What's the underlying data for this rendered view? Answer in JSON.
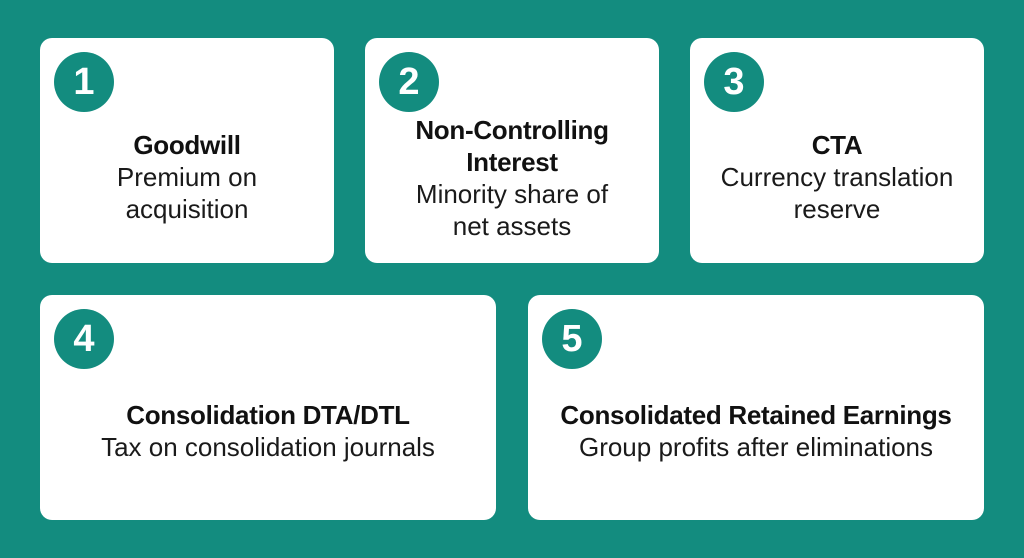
{
  "colors": {
    "background": "#138c7f",
    "card": "#ffffff",
    "badge": "#138c7f",
    "text": "#111111"
  },
  "cards": [
    {
      "number": "1",
      "title": "Goodwill",
      "description": "Premium on acquisition"
    },
    {
      "number": "2",
      "title": "Non-Controlling Interest",
      "description": "Minority share of net assets"
    },
    {
      "number": "3",
      "title": "CTA",
      "description": "Currency translation reserve"
    },
    {
      "number": "4",
      "title": "Consolidation DTA/DTL",
      "description": "Tax on consolidation journals"
    },
    {
      "number": "5",
      "title": "Consolidated Retained Earnings",
      "description": "Group profits after eliminations"
    }
  ]
}
